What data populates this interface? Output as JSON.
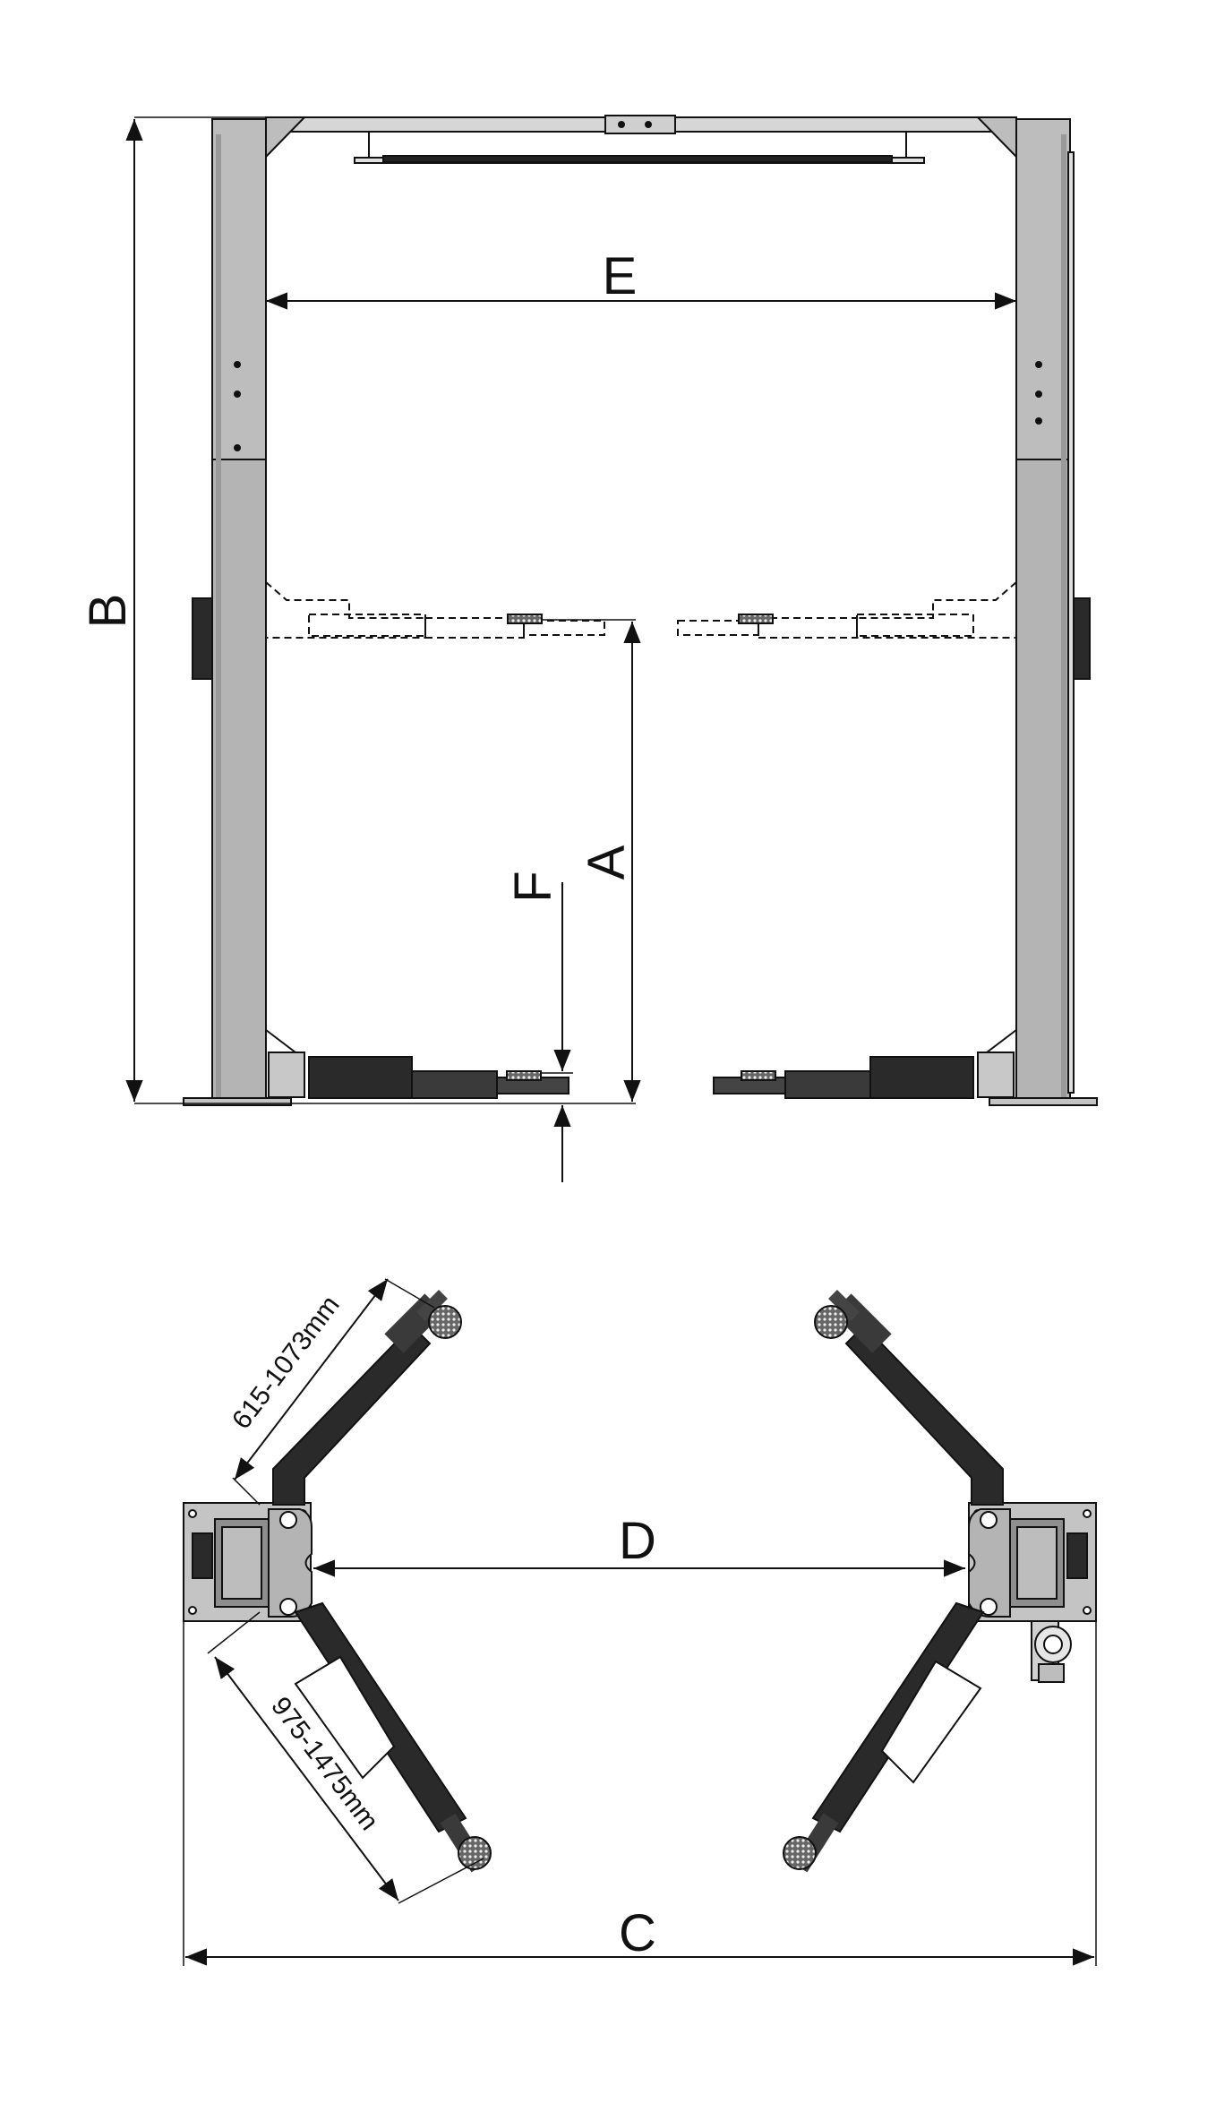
{
  "colors": {
    "line": "#111111",
    "post_fill": "#b4b4b4",
    "post_dark": "#8e8e8e",
    "arm_fill": "#2a2a2a",
    "base_fill": "#c4c4c4"
  },
  "labels": {
    "A": "A",
    "B": "B",
    "C": "C",
    "D": "D",
    "E": "E",
    "F": "F"
  },
  "ranges": {
    "short_arm": "615-1073mm",
    "long_arm": "975-1475mm"
  }
}
